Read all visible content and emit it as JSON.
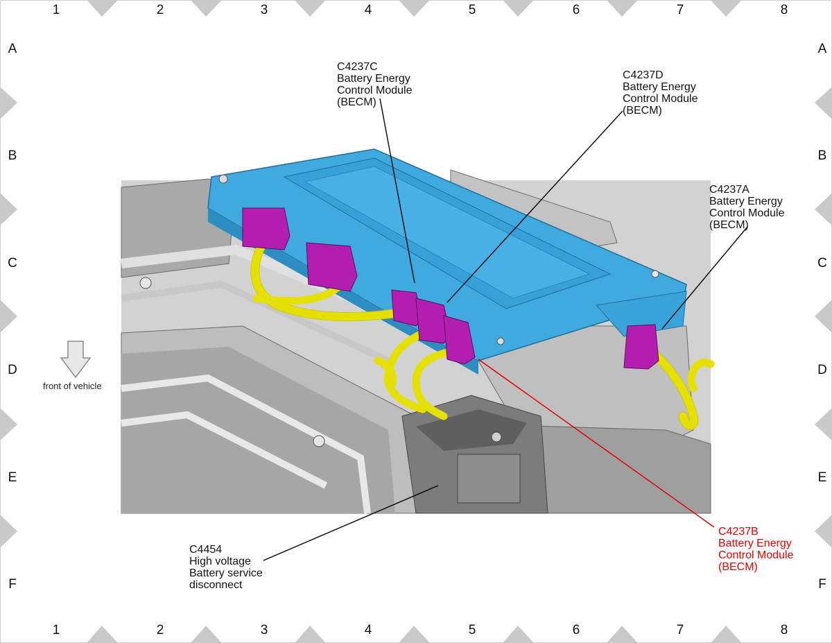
{
  "grid": {
    "columns": [
      "1",
      "2",
      "3",
      "4",
      "5",
      "6",
      "7",
      "8"
    ],
    "rows": [
      "A",
      "B",
      "C",
      "D",
      "E",
      "F"
    ]
  },
  "orientation": {
    "label": "front of vehicle",
    "icon": "down-arrow-icon"
  },
  "callouts": {
    "c4237c": {
      "lines": [
        "C4237C",
        "Battery Energy",
        "Control Module",
        "(BECM)"
      ]
    },
    "c4237d": {
      "lines": [
        "C4237D",
        "Battery Energy",
        "Control Module",
        "(BECM)"
      ]
    },
    "c4237a": {
      "lines": [
        "C4237A",
        "Battery Energy",
        "Control Module",
        "(BECM)"
      ]
    },
    "c4237b": {
      "lines": [
        "C4237B",
        "Battery Energy",
        "Control Module",
        "(BECM)"
      ]
    },
    "c4454": {
      "lines": [
        "C4454",
        "High voltage",
        "Battery service",
        "disconnect"
      ]
    }
  },
  "colors": {
    "module_blue": "#3fa9e0",
    "connector_magenta": "#b21fb0",
    "harness_yellow": "#e6e000",
    "housing_gray": "#b9b9b9",
    "highlight_red": "#e00000",
    "tab_gray": "#c9c9c9"
  }
}
